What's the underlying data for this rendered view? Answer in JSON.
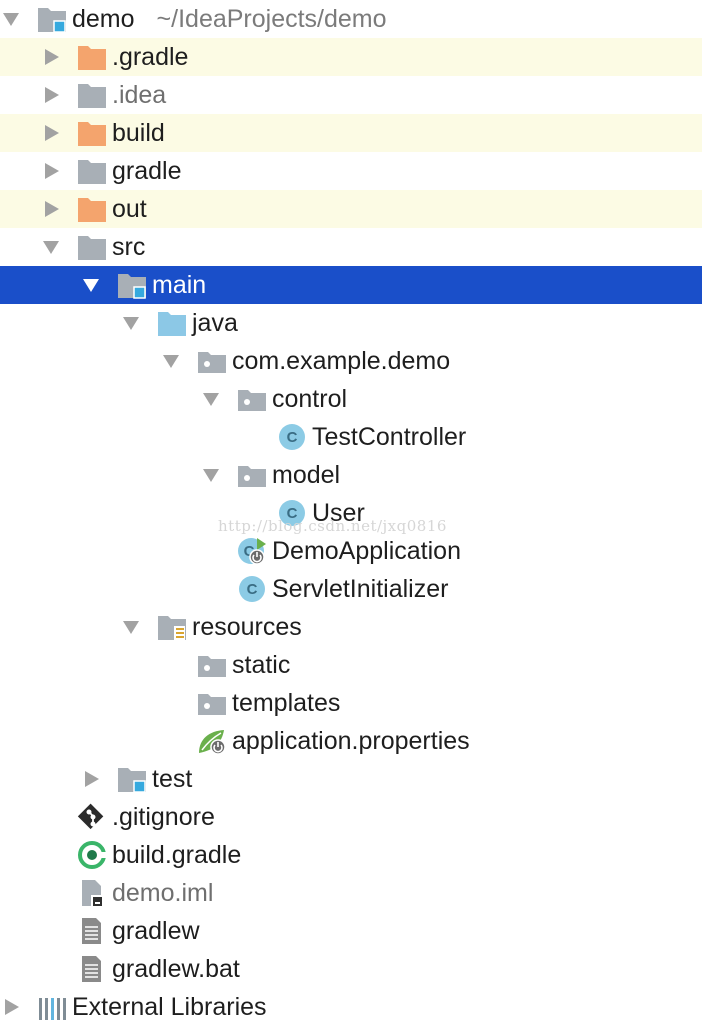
{
  "project": {
    "name": "demo",
    "path": "~/IdeaProjects/demo"
  },
  "tree": [
    {
      "label": "demo",
      "path": "~/IdeaProjects/demo",
      "depth": 0,
      "arrow": "down",
      "icon": "module-folder-icon",
      "name": "tree-item-demo"
    },
    {
      "label": ".gradle",
      "depth": 1,
      "arrow": "right",
      "icon": "excluded-folder-icon",
      "excluded": true,
      "name": "tree-item-dot-gradle"
    },
    {
      "label": ".idea",
      "depth": 1,
      "arrow": "right",
      "icon": "folder-icon",
      "dim": true,
      "name": "tree-item-dot-idea"
    },
    {
      "label": "build",
      "depth": 1,
      "arrow": "right",
      "icon": "excluded-folder-icon",
      "excluded": true,
      "name": "tree-item-build"
    },
    {
      "label": "gradle",
      "depth": 1,
      "arrow": "right",
      "icon": "folder-icon",
      "name": "tree-item-gradle"
    },
    {
      "label": "out",
      "depth": 1,
      "arrow": "right",
      "icon": "excluded-folder-icon",
      "excluded": true,
      "name": "tree-item-out"
    },
    {
      "label": "src",
      "depth": 1,
      "arrow": "down",
      "icon": "folder-icon",
      "name": "tree-item-src"
    },
    {
      "label": "main",
      "depth": 2,
      "arrow": "down",
      "icon": "module-folder-icon",
      "selected": true,
      "name": "tree-item-main"
    },
    {
      "label": "java",
      "depth": 3,
      "arrow": "down",
      "icon": "source-folder-icon",
      "name": "tree-item-java"
    },
    {
      "label": "com.example.demo",
      "depth": 4,
      "arrow": "down",
      "icon": "package-icon",
      "name": "tree-item-package-demo"
    },
    {
      "label": "control",
      "depth": 5,
      "arrow": "down",
      "icon": "package-icon",
      "name": "tree-item-control"
    },
    {
      "label": "TestController",
      "depth": 6,
      "arrow": "none",
      "icon": "class-icon",
      "name": "tree-item-testcontroller"
    },
    {
      "label": "model",
      "depth": 5,
      "arrow": "down",
      "icon": "package-icon",
      "name": "tree-item-model"
    },
    {
      "label": "User",
      "depth": 6,
      "arrow": "none",
      "icon": "class-icon",
      "name": "tree-item-user"
    },
    {
      "label": "DemoApplication",
      "depth": 5,
      "arrow": "none",
      "icon": "spring-boot-class-icon",
      "name": "tree-item-demoapplication"
    },
    {
      "label": "ServletInitializer",
      "depth": 5,
      "arrow": "none",
      "icon": "class-icon",
      "name": "tree-item-servletinitializer"
    },
    {
      "label": "resources",
      "depth": 3,
      "arrow": "down",
      "icon": "resources-folder-icon",
      "name": "tree-item-resources"
    },
    {
      "label": "static",
      "depth": 4,
      "arrow": "none",
      "icon": "package-icon",
      "name": "tree-item-static"
    },
    {
      "label": "templates",
      "depth": 4,
      "arrow": "none",
      "icon": "package-icon",
      "name": "tree-item-templates"
    },
    {
      "label": "application.properties",
      "depth": 4,
      "arrow": "none",
      "icon": "spring-properties-icon",
      "name": "tree-item-application-properties"
    },
    {
      "label": "test",
      "depth": 2,
      "arrow": "right",
      "icon": "module-folder-icon",
      "name": "tree-item-test"
    },
    {
      "label": ".gitignore",
      "depth": 1,
      "arrow": "none",
      "icon": "git-icon",
      "name": "tree-item-gitignore"
    },
    {
      "label": "build.gradle",
      "depth": 1,
      "arrow": "none",
      "icon": "gradle-icon",
      "name": "tree-item-build-gradle"
    },
    {
      "label": "demo.iml",
      "depth": 1,
      "arrow": "none",
      "icon": "iml-file-icon",
      "dim": true,
      "name": "tree-item-demo-iml"
    },
    {
      "label": "gradlew",
      "depth": 1,
      "arrow": "none",
      "icon": "text-file-icon",
      "name": "tree-item-gradlew"
    },
    {
      "label": "gradlew.bat",
      "depth": 1,
      "arrow": "none",
      "icon": "text-file-icon",
      "name": "tree-item-gradlew-bat"
    },
    {
      "label": "External Libraries",
      "depth": 0,
      "arrow": "right",
      "icon": "libraries-icon",
      "name": "tree-item-external-libraries"
    }
  ],
  "watermark": "http://blog.csdn.net/jxq0816",
  "colors": {
    "selection": "#1a4fc9",
    "excluded_row": "#fcfbe4",
    "excluded_folder": "#f4a46d",
    "folder": "#a8afb6",
    "source_folder": "#8cc8e6",
    "module_badge": "#36a9de",
    "class_circle": "#8ccbe5",
    "spring_green": "#6ab04c"
  }
}
